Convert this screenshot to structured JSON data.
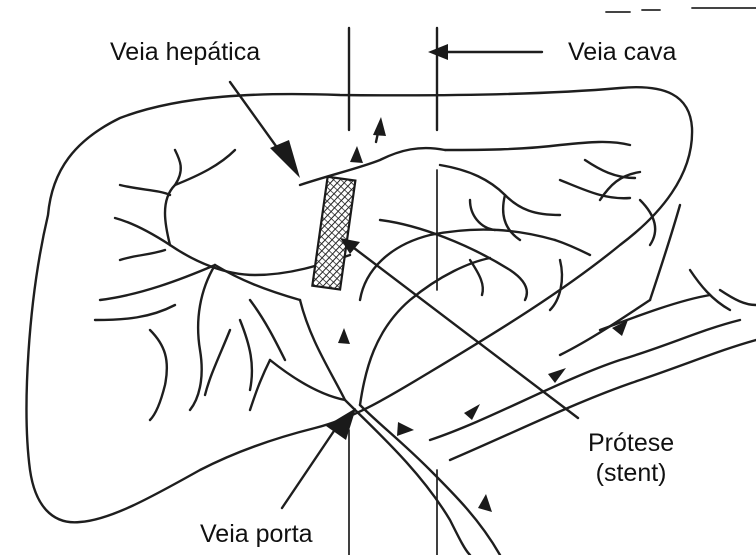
{
  "labels": {
    "hepatic_vein": "Veia hepática",
    "vena_cava": "Veia cava",
    "portal_vein": "Veia porta",
    "prosthesis_line1": "Prótese",
    "prosthesis_line2": "(stent)"
  },
  "colors": {
    "ink": "#1e1e1e",
    "background": "#ffffff",
    "stent_fill": "#555555"
  }
}
